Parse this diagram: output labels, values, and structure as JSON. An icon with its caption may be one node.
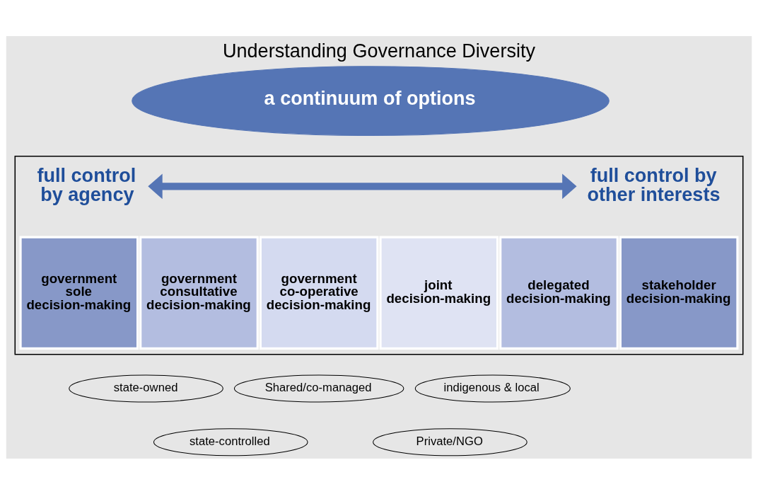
{
  "diagram": {
    "title": "Understanding Governance Diversity",
    "nodes": [
      {
        "text": [
          "a continuum of options"
        ]
      },
      {
        "text": [],
        "shape": "box"
      },
      {
        "text": [
          "full control by agency"
        ],
        "in": 1
      },
      {
        "text": [
          "full control by other interests"
        ],
        "in": 1
      },
      {
        "text": [
          "government sole decision-making"
        ],
        "in": 1
      },
      {
        "text": [
          "government consultative decision-making"
        ],
        "in": 1
      },
      {
        "text": [
          "government co-operative decision-making"
        ],
        "in": 1
      },
      {
        "text": [
          "joint decision-making"
        ],
        "in": 1
      },
      {
        "text": [
          "delegated decision-making"
        ],
        "in": 1
      },
      {
        "text": [
          "stakeholder decision-making"
        ],
        "in": 1
      },
      {
        "text": [
          "state-owned"
        ]
      },
      {
        "text": [
          "Shared/co-managed"
        ]
      },
      {
        "text": [
          "indigenous & local"
        ]
      },
      {
        "text": [
          "state-controlled"
        ]
      },
      {
        "text": [
          "Private/NGO"
        ]
      }
    ],
    "edges": [
      {
        "from": 2,
        "to": 3,
        "arrow": "both",
        "color": "#5575b5"
      }
    ]
  }
}
